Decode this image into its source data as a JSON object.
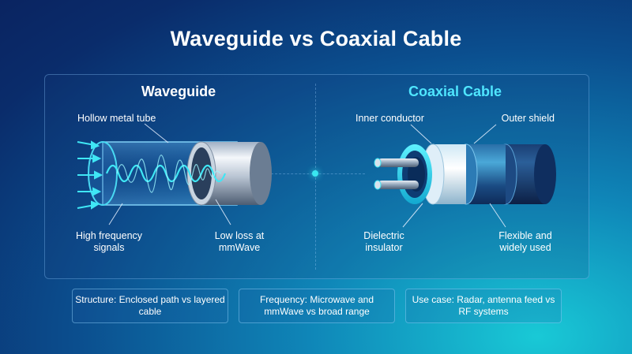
{
  "title": "Waveguide vs Coaxial Cable",
  "waveguide": {
    "title": "Waveguide",
    "label_tube": "Hollow metal tube",
    "label_signals": "High frequency signals",
    "label_loss": "Low loss at mmWave"
  },
  "coax": {
    "title": "Coaxial Cable",
    "label_inner": "Inner conductor",
    "label_shield": "Outer shield",
    "label_dielectric": "Dielectric insulator",
    "label_flexible": "Flexible and widely used"
  },
  "cards": [
    {
      "text": "Structure: Enclosed path vs layered cable"
    },
    {
      "text": "Frequency: Microwave and mmWave vs broad range"
    },
    {
      "text": "Use case: Radar, antenna feed vs RF systems"
    }
  ],
  "colors": {
    "accent": "#2ee3ef",
    "coax_title": "#4fe6ff"
  }
}
